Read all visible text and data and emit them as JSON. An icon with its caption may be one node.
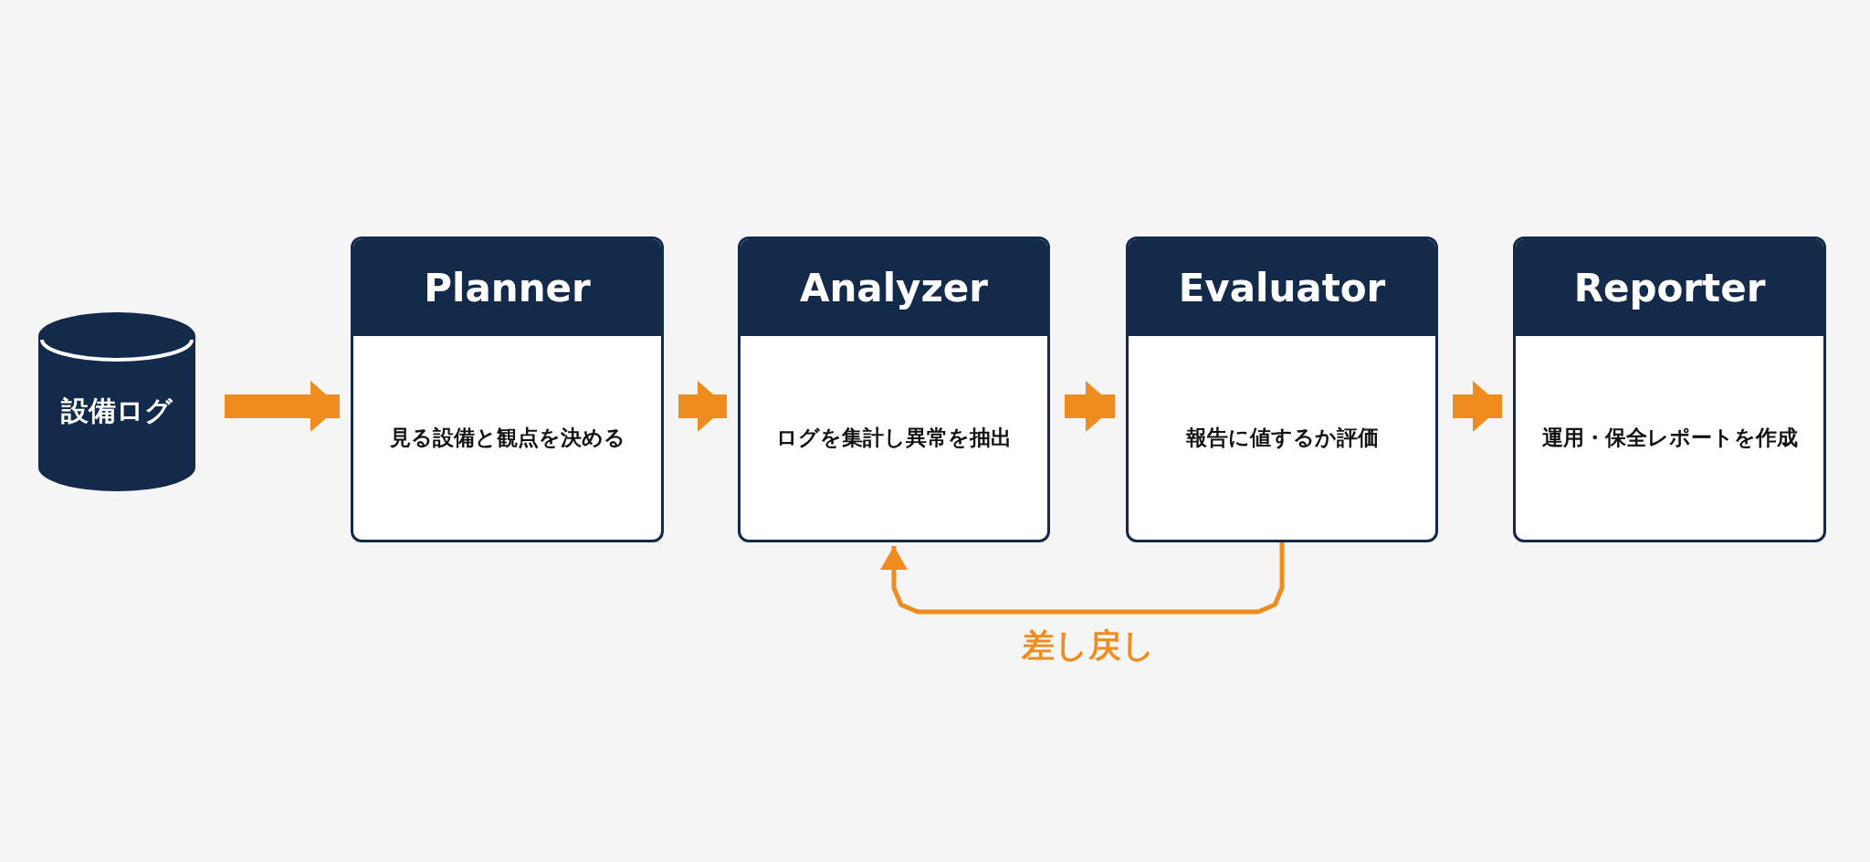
{
  "diagram": {
    "nodes": [
      {
        "text": [
          "設備ログ"
        ]
      },
      {
        "text": [
          "Planner",
          "見る設備と観点を決める"
        ]
      },
      {
        "text": [
          "Analyzer",
          "ログを集計し異常を抽出"
        ]
      },
      {
        "text": [
          "Evaluator",
          "報告に値するか評価"
        ]
      },
      {
        "text": [
          "Reporter",
          "運用・保全レポートを作成"
        ]
      }
    ],
    "edges": [
      {
        "from": 0,
        "to": 1,
        "arrow": "to"
      },
      {
        "from": 1,
        "to": 2,
        "arrow": "to"
      },
      {
        "from": 2,
        "to": 3,
        "arrow": "to"
      },
      {
        "from": 3,
        "to": 4,
        "arrow": "to"
      },
      {
        "from": 3,
        "to": 2,
        "arrow": "to",
        "label": "差し戻し"
      }
    ]
  }
}
